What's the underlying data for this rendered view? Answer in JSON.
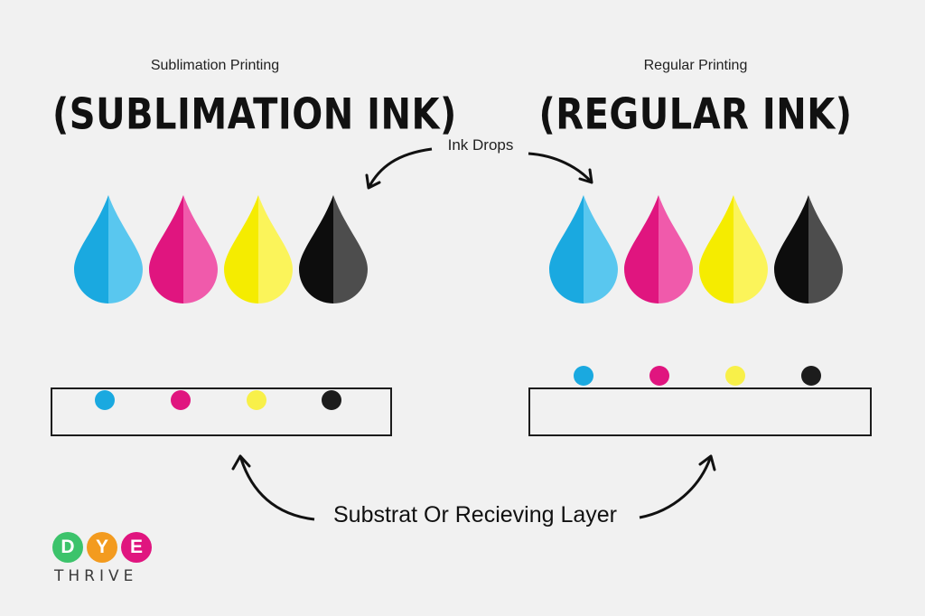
{
  "left": {
    "subtitle": "Sublimation Printing",
    "heading": "(SUBLIMATION INK)"
  },
  "right": {
    "subtitle": "Regular Printing",
    "heading": "(REGULAR INK)"
  },
  "labels": {
    "ink_drops": "Ink Drops",
    "substrate": "Substrat Or Recieving Layer"
  },
  "inks": [
    {
      "name": "cyan",
      "dark": "#1aa9e0",
      "light": "#59c7ef"
    },
    {
      "name": "magenta",
      "dark": "#e0157f",
      "light": "#f05aab"
    },
    {
      "name": "yellow",
      "dark": "#f5ec00",
      "light": "#fbf45a"
    },
    {
      "name": "black",
      "dark": "#0d0d0d",
      "light": "#4d4d4d"
    }
  ],
  "dot_colors": [
    "#1aa9e0",
    "#e0157f",
    "#f8f049",
    "#1c1c1c"
  ],
  "logo": {
    "letters": [
      {
        "char": "D",
        "color": "#3cc36b"
      },
      {
        "char": "Y",
        "color": "#f39b1f"
      },
      {
        "char": "E",
        "color": "#e0157f"
      }
    ],
    "word": "THRIVE"
  }
}
